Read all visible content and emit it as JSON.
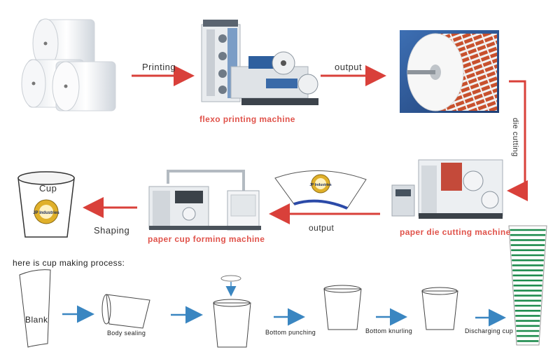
{
  "top_row": {
    "printing_label": "Printing",
    "output_label": "output",
    "flexo_machine_label": "flexo printing machine"
  },
  "side": {
    "die_cutting_label": "die cutting"
  },
  "middle_row": {
    "die_machine_label": "paper die cutting machine",
    "output_label": "output",
    "forming_machine_label": "paper cup forming machine",
    "shaping_label": "Shaping",
    "cup_label": "Cup",
    "brand_label": "JP Industries"
  },
  "process": {
    "title": "here is cup making process:",
    "steps": [
      "Blank",
      "Body sealing",
      "Bottom punching",
      "Bottom knurling",
      "Discharging cup"
    ]
  },
  "colors": {
    "red_arrow": "#d9403a",
    "blue_arrow": "#3a86c1",
    "machine_text": "#e0534b",
    "stack_stripe": "#1e8c4e"
  }
}
